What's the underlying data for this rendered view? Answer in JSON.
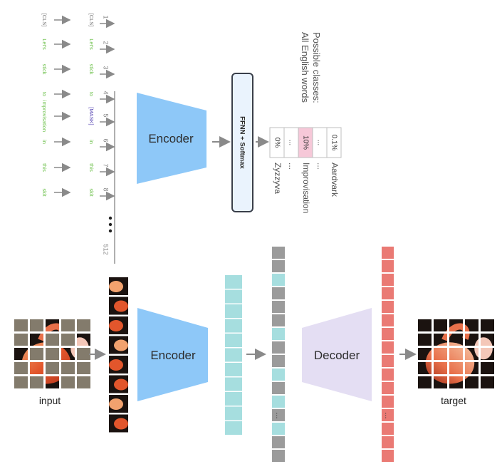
{
  "bert": {
    "input_tokens": [
      "[CLS]",
      "Let's",
      "stick",
      "to",
      "improvisation",
      "in",
      "this",
      "skit"
    ],
    "masked_tokens": [
      "[CLS]",
      "Let's",
      "stick",
      "to",
      "[MASK]",
      "in",
      "this",
      "skit"
    ],
    "positions": [
      "1",
      "2",
      "3",
      "4",
      "5",
      "6",
      "7",
      "8",
      "512"
    ],
    "encoder_label": "Encoder",
    "head_label": "FFNN + Softmax",
    "classes_title_line1": "Possible classes:",
    "classes_title_line2": "All English words",
    "probs": [
      "0.1%",
      "...",
      "10%",
      "...",
      "0%"
    ],
    "class_labels": [
      "Aardvark",
      "...",
      "Improvisation",
      "...",
      "Zyzzyva"
    ],
    "colors": {
      "token_green": "#6cc04a",
      "mask_purple": "#5b4bb5",
      "encoder_blue": "#8ec8f8",
      "head_fill": "#eaf3fd",
      "prob_highlight": "#f6c8d8"
    }
  },
  "mae": {
    "input_label": "input",
    "target_label": "target",
    "encoder_label": "Encoder",
    "decoder_label": "Decoder",
    "dots": "...",
    "colors": {
      "encoder_blue": "#8ec8f8",
      "decoder_lavender": "#e4def3",
      "teal": "#a6dedf",
      "gray": "#9b9b9b",
      "red": "#ea7a74",
      "mask_gray": "#837b6c"
    }
  }
}
